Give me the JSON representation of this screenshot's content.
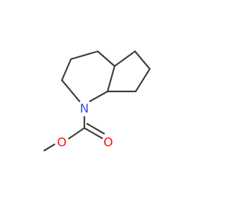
{
  "molecule": {
    "atoms": [
      {
        "id": "N1",
        "label": "N",
        "color": "#3050F8"
      },
      {
        "id": "O1",
        "label": "O",
        "color": "#FF0D0D"
      },
      {
        "id": "O2",
        "label": "O",
        "color": "#FF0D0D"
      }
    ],
    "bond_color": "#3c3c3c"
  }
}
